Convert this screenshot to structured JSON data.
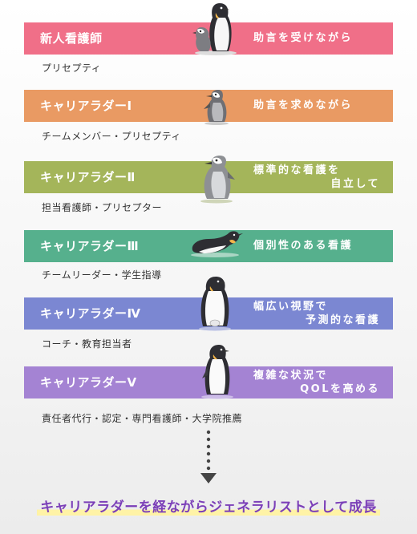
{
  "colors": {
    "band1": "#f06f88",
    "band2": "#e99a63",
    "band3": "#a4b55a",
    "band4": "#56b08d",
    "band5": "#7b87d2",
    "band6": "#a483d3",
    "footer_text": "#7b3fb8",
    "footer_highlight": "#fff3a6"
  },
  "levels": [
    {
      "title": "新人看護師",
      "desc1": "助言を受けながら",
      "desc2": "",
      "sub": "プリセプティ",
      "icon": "penguin-parent-and-chick-icon"
    },
    {
      "title": "キャリアラダーⅠ",
      "desc1": "助言を求めながら",
      "desc2": "",
      "sub": "チームメンバー・プリセプティ",
      "icon": "young-penguin-icon"
    },
    {
      "title": "キャリアラダーⅡ",
      "desc1": "標準的な看護を",
      "desc2": "自立して",
      "sub": "担当看護師・プリセプター",
      "icon": "juvenile-penguin-icon"
    },
    {
      "title": "キャリアラダーⅢ",
      "desc1": "個別性のある看護",
      "desc2": "",
      "sub": "チームリーダー・学生指導",
      "icon": "lying-penguin-icon"
    },
    {
      "title": "キャリアラダーⅣ",
      "desc1": "幅広い視野で",
      "desc2": "予測的な看護",
      "sub": "コーチ・教育担当者",
      "icon": "penguin-with-egg-icon"
    },
    {
      "title": "キャリアラダーⅤ",
      "desc1": "複雑な状況で",
      "desc2": "QOLを高める",
      "sub": "責任者代行・認定・専門看護師・大学院推薦",
      "icon": "adult-penguin-icon"
    }
  ],
  "footer": "キャリアラダーを経ながらジェネラリストとして成長"
}
